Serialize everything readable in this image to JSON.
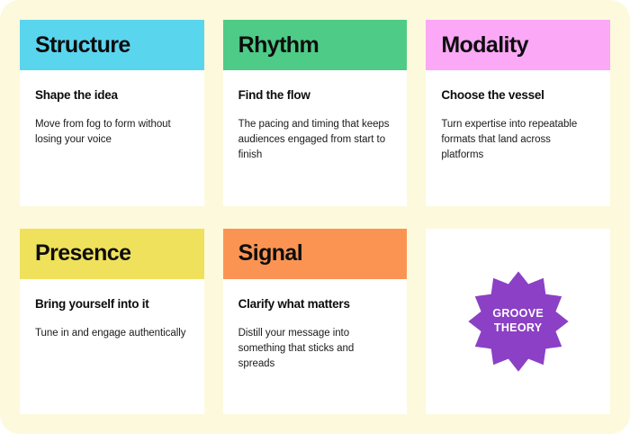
{
  "page": {
    "background_color": "#fdf9dc",
    "card_background_color": "#ffffff"
  },
  "cards": [
    {
      "title": "Structure",
      "subtitle": "Shape the idea",
      "text": "Move from fog to form without losing your voice",
      "header_color": "#5ad5ee"
    },
    {
      "title": "Rhythm",
      "subtitle": "Find the flow",
      "text": "The pacing and timing that keeps audiences engaged from start to finish",
      "header_color": "#4ecb86"
    },
    {
      "title": "Modality",
      "subtitle": "Choose the vessel",
      "text": "Turn expertise into repeatable formats that land across platforms",
      "header_color": "#fba8f6"
    },
    {
      "title": "Presence",
      "subtitle": "Bring yourself into it",
      "text": "Tune in and engage authentically",
      "header_color": "#efe15c"
    },
    {
      "title": "Signal",
      "subtitle": "Clarify what matters",
      "text": "Distill your message into something that sticks and spreads",
      "header_color": "#fb9453"
    }
  ],
  "badge": {
    "line1": "GROOVE",
    "line2": "THEORY",
    "color": "#8b40c6",
    "text_color": "#ffffff",
    "icon": "starburst-badge-icon"
  }
}
